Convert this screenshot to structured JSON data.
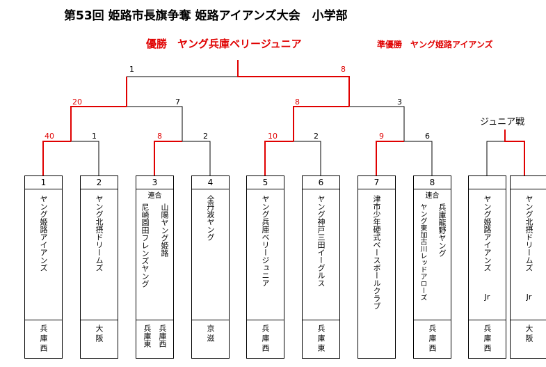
{
  "title": "第53回 姫路市長旗争奪 姫路アイアンズ大会　小学部",
  "champion": "優勝　ヤング兵庫ベリージュニア",
  "runner_up": "準優勝　ヤング姫路アイアンズ",
  "junior_label": "ジュニア戦",
  "scores": {
    "final_left": "1",
    "final_right": "8",
    "sf_a_left": "20",
    "sf_a_right": "7",
    "sf_b_left": "8",
    "sf_b_right": "3",
    "qf1_left": "40",
    "qf1_right": "1",
    "qf2_left": "8",
    "qf2_right": "2",
    "qf3_left": "10",
    "qf3_right": "2",
    "qf4_left": "9",
    "qf4_right": "6"
  },
  "colors": {
    "winner_line": "#e00000",
    "line": "#000000"
  },
  "teams": [
    {
      "num": "1",
      "name": "ヤング姫路アイアンズ",
      "pref": "兵庫西"
    },
    {
      "num": "2",
      "name": "ヤング北摂ドリームズ",
      "pref": "大阪"
    },
    {
      "num": "3",
      "rengo": "連合",
      "name_a": "山陽ヤング姫路",
      "name_b": "尼崎園田フレンズヤング",
      "pref_a": "兵庫西",
      "pref_b": "兵庫東"
    },
    {
      "num": "4",
      "name": "全丹波ヤング",
      "pref": "京滋"
    },
    {
      "num": "5",
      "name": "ヤング兵庫ベリージュニア",
      "pref": "兵庫西"
    },
    {
      "num": "6",
      "name": "ヤング神戸三田イーグルス",
      "pref": "兵庫東"
    },
    {
      "num": "7",
      "name": "津市少年硬式ベースボールクラブ",
      "pref": ""
    },
    {
      "num": "8",
      "rengo": "連合",
      "name_a": "兵庫龍野ヤング",
      "name_b": "ヤング東加古川レッドアローズ",
      "pref_a": "兵庫西",
      "pref_b": ""
    }
  ],
  "junior": [
    {
      "name": "ヤング姫路アイアンズ",
      "suffix": "Jr",
      "pref": "兵庫西"
    },
    {
      "name": "ヤング北摂ドリームズ",
      "suffix": "Jr",
      "pref": "大阪"
    }
  ]
}
